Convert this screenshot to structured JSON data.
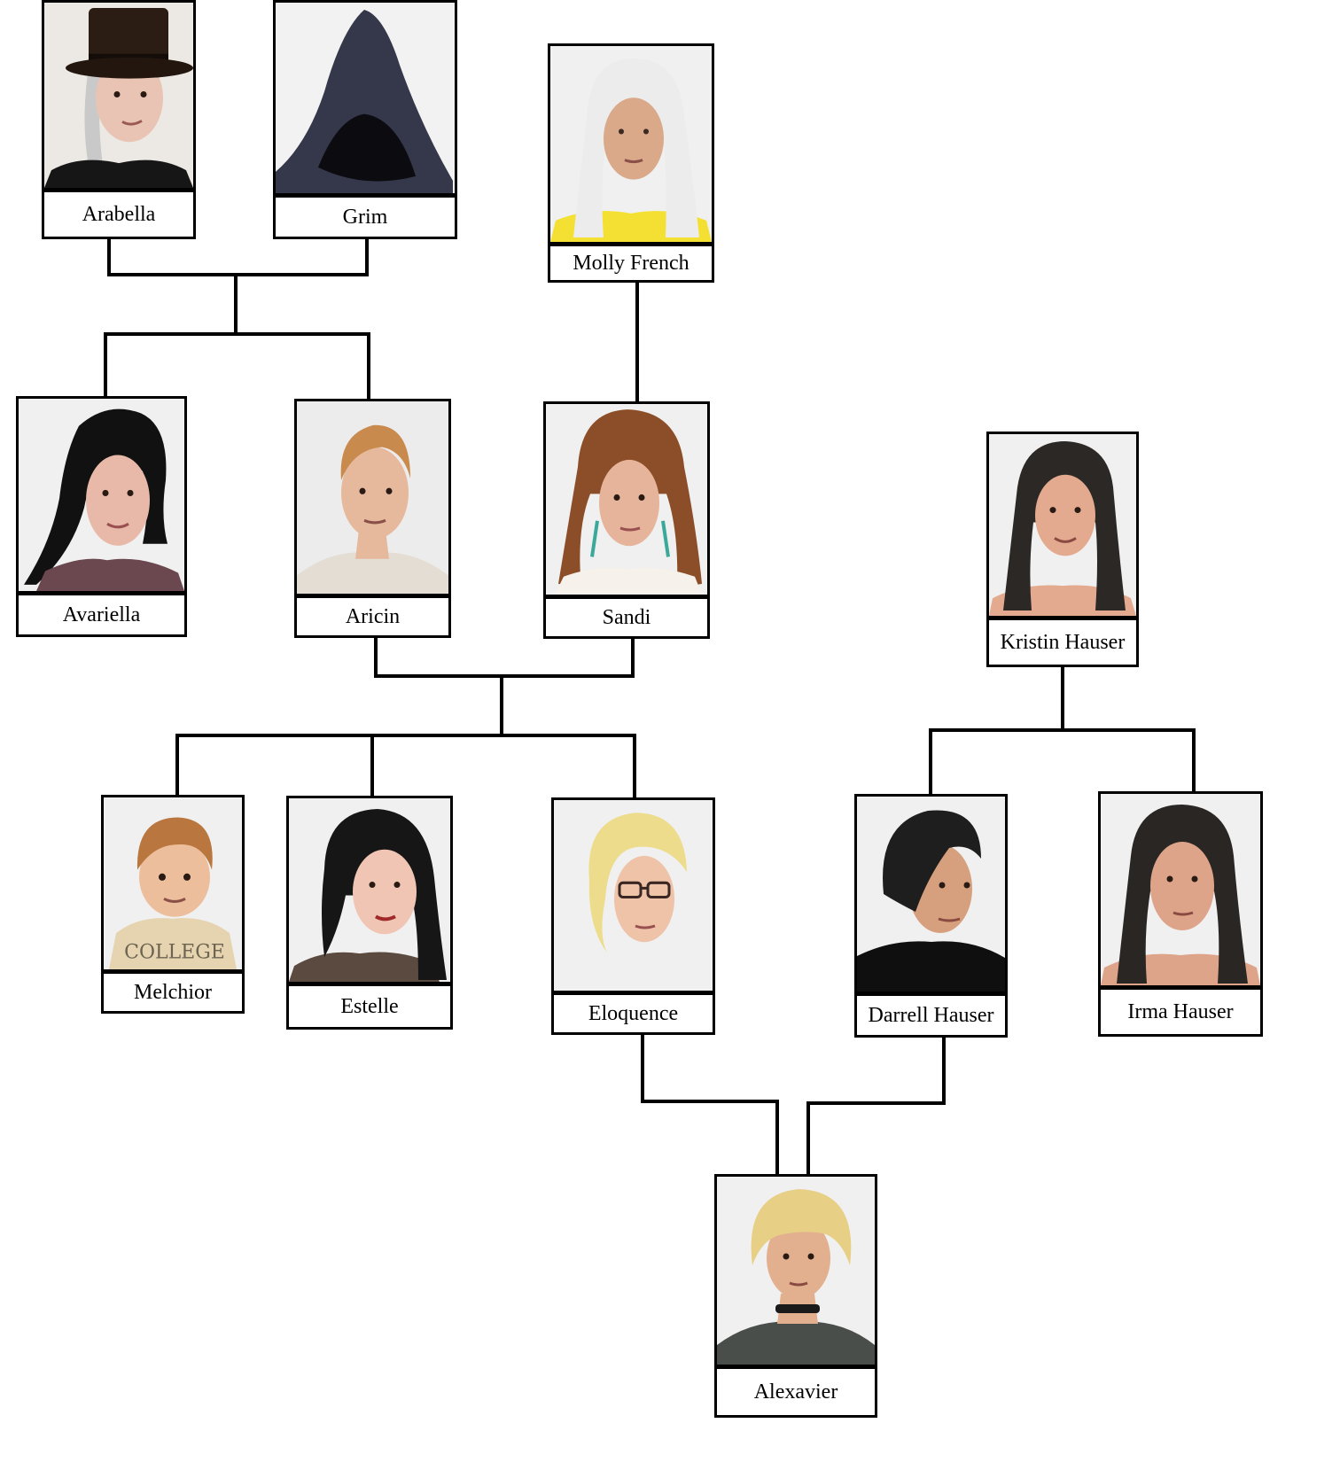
{
  "tree": {
    "people": {
      "arabella": {
        "name": "Arabella",
        "bg": "#ece9e4",
        "skin": "#e9c4b4",
        "hair": "#c9c9c9",
        "shirt": "#161616",
        "hat": "top-hat-icon"
      },
      "grim": {
        "name": "Grim",
        "bg": "#f2f2f2",
        "hood": "#35374a",
        "icon": "hooded-figure-icon"
      },
      "molly": {
        "name": "Molly French",
        "bg": "#f0f0f0",
        "skin": "#d9a98a",
        "hair": "#ececec",
        "shirt": "#f4e032"
      },
      "avariella": {
        "name": "Avariella",
        "bg": "#f0f0f0",
        "skin": "#e8b9a8",
        "hair": "#111111",
        "shirt": "#6b4750"
      },
      "aricin": {
        "name": "Aricin",
        "bg": "#ececec",
        "skin": "#e6b89c",
        "hair": "#c98a4e",
        "shirt": "#e4ddd3"
      },
      "sandi": {
        "name": "Sandi",
        "bg": "#f0f0f0",
        "skin": "#e6b49a",
        "hair": "#8c4e28",
        "shirt": "#f6f1ea"
      },
      "kristin": {
        "name": "Kristin Hauser",
        "bg": "#f0f0f0",
        "skin": "#e3aa8f",
        "hair": "#2c2826",
        "shirt": "#e3aa8f"
      },
      "melchior": {
        "name": "Melchior",
        "bg": "#f0f0f0",
        "skin": "#edbe9c",
        "hair": "#b9773f",
        "shirt": "#e6d4b0",
        "shirt_text": "COLLEGE"
      },
      "estelle": {
        "name": "Estelle",
        "bg": "#f0f0f0",
        "skin": "#f0c5b4",
        "hair": "#161616",
        "shirt": "#5a4a40"
      },
      "eloquence": {
        "name": "Eloquence",
        "bg": "#f0f0f0",
        "skin": "#eec3a8",
        "hair": "#eddc8c",
        "shirt": "#f0f0f0",
        "glasses": "glasses-icon"
      },
      "darrell": {
        "name": "Darrell Hauser",
        "bg": "#f0f0f0",
        "skin": "#d6a07e",
        "hair": "#1e1e1e",
        "shirt": "#0f0f0f"
      },
      "irma": {
        "name": "Irma Hauser",
        "bg": "#f0f0f0",
        "skin": "#dea48a",
        "hair": "#2a2624",
        "shirt": "#dea48a"
      },
      "alexavier": {
        "name": "Alexavier",
        "bg": "#f0f0f0",
        "skin": "#e2b08e",
        "hair": "#e7cf86",
        "shirt": "#4a4e4a"
      }
    }
  }
}
